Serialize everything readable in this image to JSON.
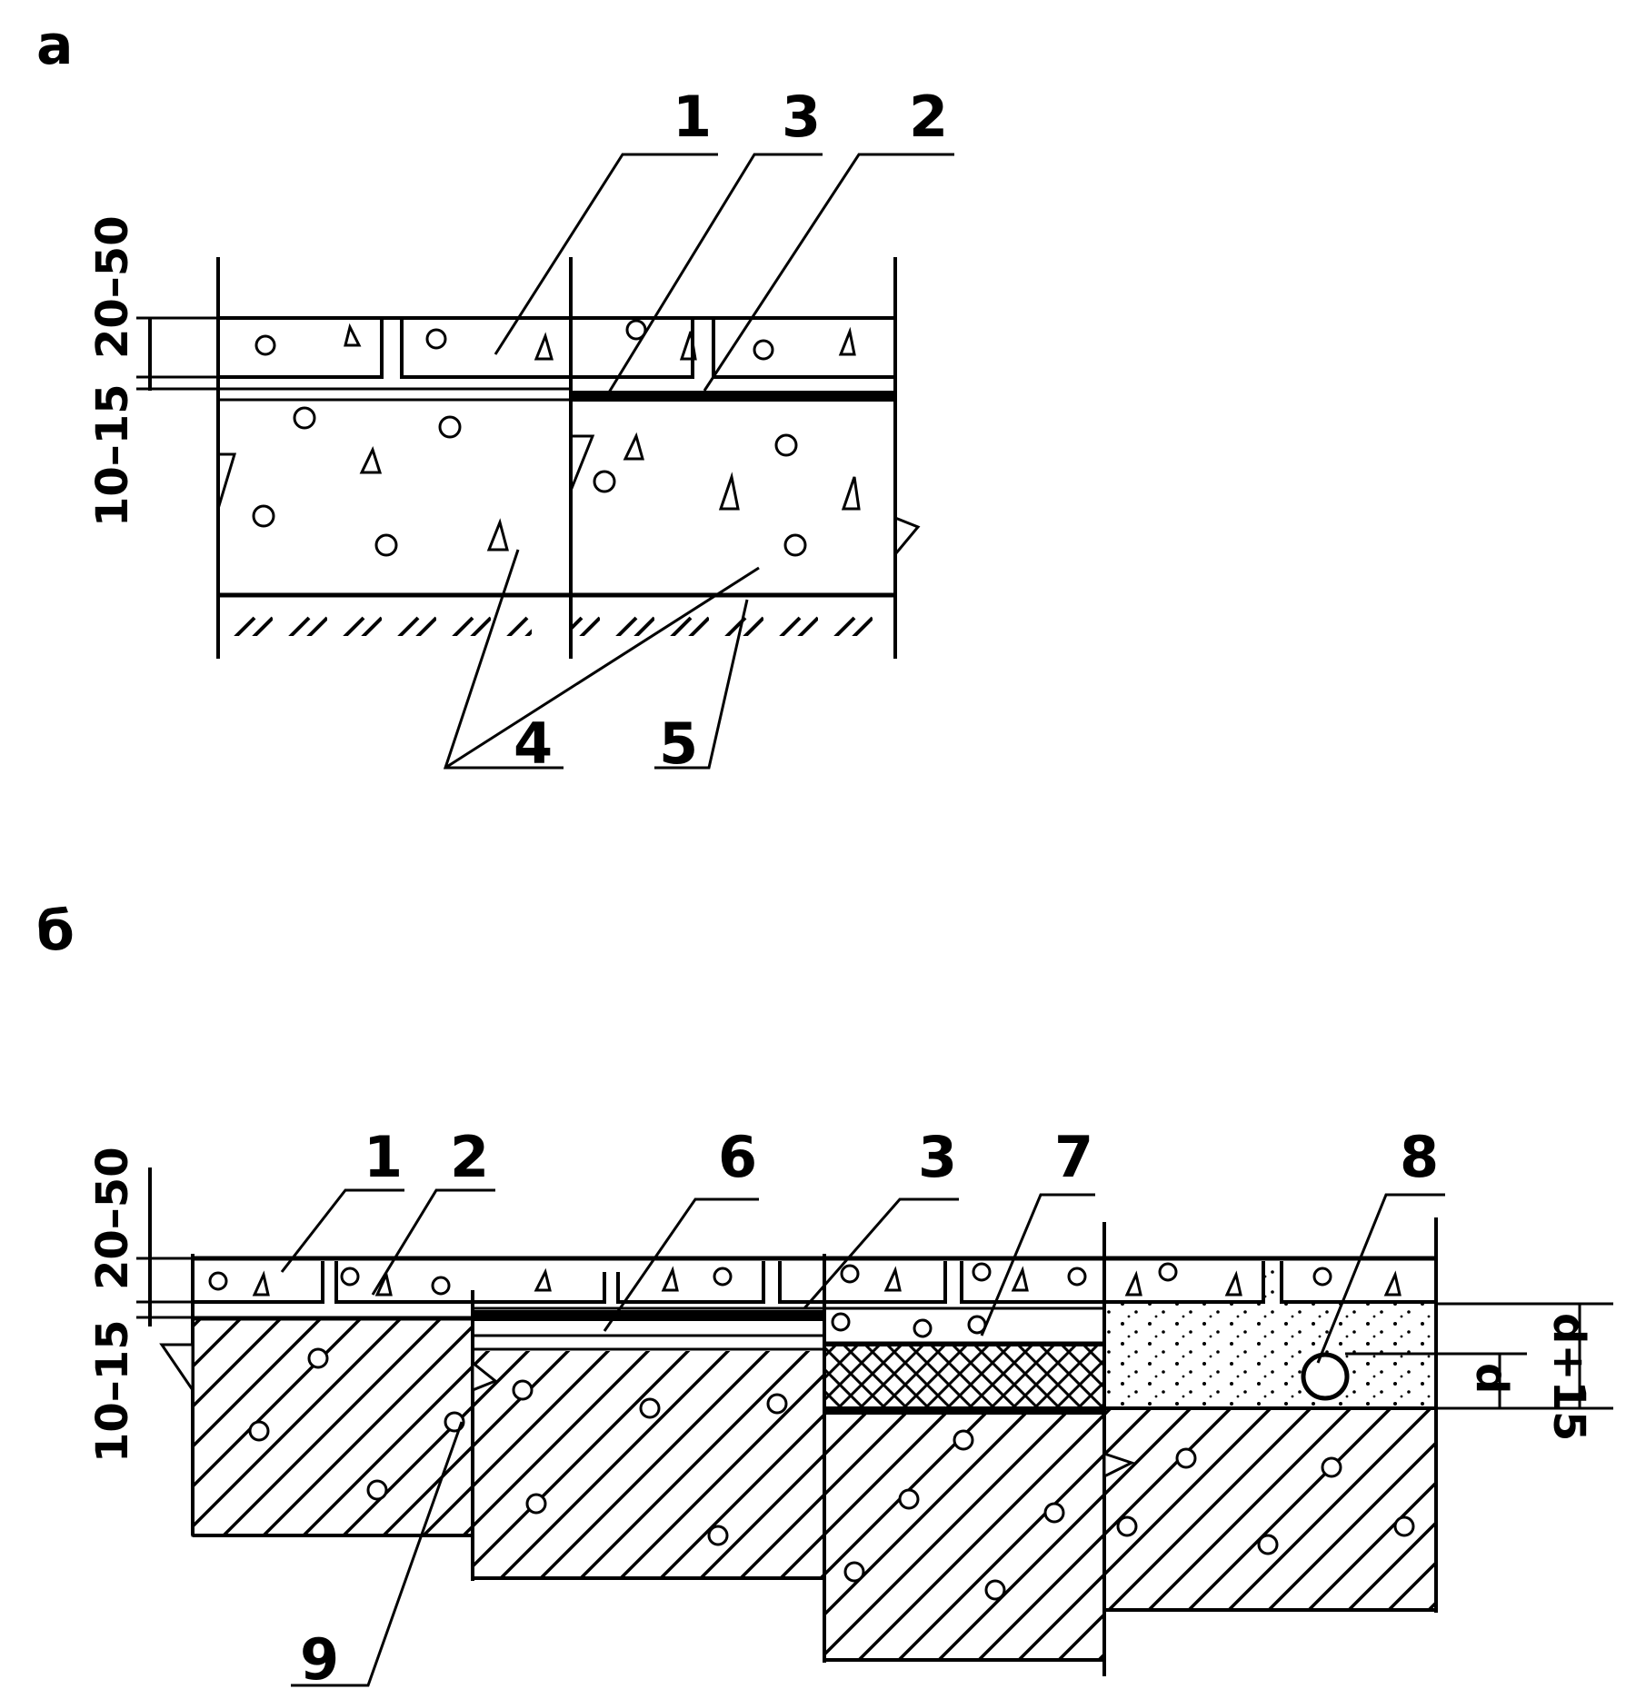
{
  "section_a": {
    "label": "а",
    "dim_top": "20–50",
    "dim_bottom": "10–15",
    "callouts": {
      "c1": "1",
      "c3": "3",
      "c2": "2",
      "c4": "4",
      "c5": "5"
    }
  },
  "section_b": {
    "label": "б",
    "dim_top": "20–50",
    "dim_bottom": "10–15",
    "dim_right_outer": "d+15",
    "dim_right_inner": "d",
    "callouts": {
      "c1": "1",
      "c2": "2",
      "c6": "6",
      "c3": "3",
      "c7": "7",
      "c8": "8",
      "c9": "9"
    }
  },
  "colors": {
    "ink": "#000000",
    "paper": "#ffffff"
  }
}
